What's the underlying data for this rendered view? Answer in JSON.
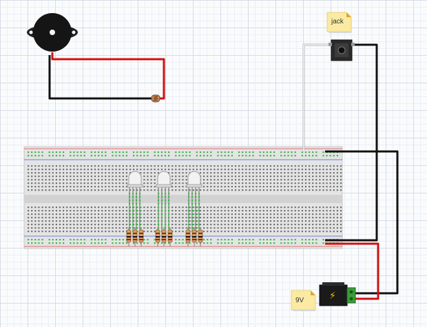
{
  "labels": {
    "jack": "jack",
    "battery": "9V",
    "battery_symbol": "⚡"
  },
  "colors": {
    "wire_red": "#d01010",
    "wire_black": "#111111",
    "wire_white": "#e8e8e8",
    "breadboard": "#e6e6e6",
    "rail_red": "#e07070",
    "rail_blue": "#7080d0",
    "hole_green": "#3cb846",
    "note_yellow": "#fbeaa3",
    "note_fold": "#e0a830",
    "battery_body": "#1a1a1a",
    "battery_terminal": "#3a9e3a"
  },
  "components": {
    "buzzer": "piezo-buzzer",
    "sensor": "photoresistor",
    "leds": [
      "rgb-led",
      "rgb-led",
      "rgb-led"
    ],
    "resistors_per_led": 3,
    "audio_jack": "audio-jack",
    "power": "9v-battery-connector"
  }
}
